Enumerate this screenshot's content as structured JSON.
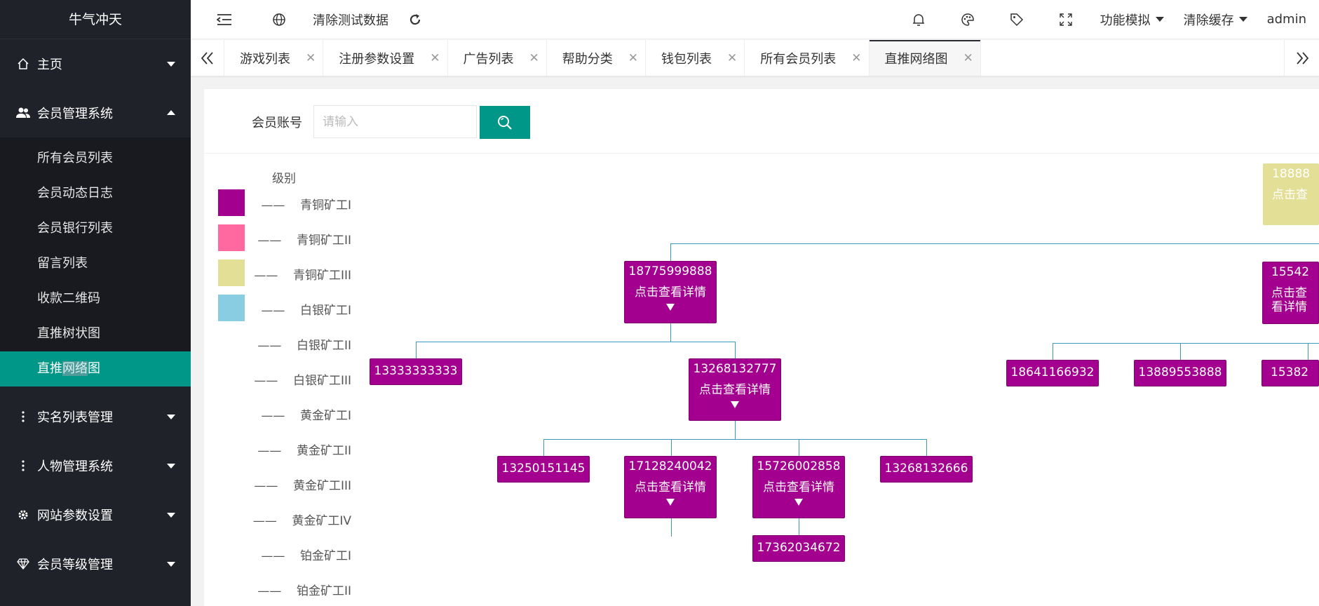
{
  "app": {
    "title": "牛气冲天"
  },
  "sidebar": {
    "items": [
      {
        "label": "主页",
        "icon": "home-icon",
        "expanded": false
      },
      {
        "label": "会员管理系统",
        "icon": "users-icon",
        "expanded": true
      },
      {
        "label": "实名列表管理",
        "icon": "dots-icon",
        "expanded": false
      },
      {
        "label": "人物管理系统",
        "icon": "dots-icon",
        "expanded": false
      },
      {
        "label": "网站参数设置",
        "icon": "gear-icon",
        "expanded": false
      },
      {
        "label": "会员等级管理",
        "icon": "diamond-icon",
        "expanded": false
      }
    ],
    "sub_items": [
      "所有会员列表",
      "会员动态日志",
      "会员银行列表",
      "留言列表",
      "收款二维码",
      "直推树状图",
      "直推网络图"
    ],
    "active_sub": "直推网络图",
    "active_parts": [
      "直推",
      "网络",
      "图"
    ]
  },
  "header": {
    "clear_test_data": "清除测试数据",
    "feature_sim": "功能模拟",
    "clear_cache": "清除缓存",
    "user": "admin"
  },
  "tabs": [
    {
      "label": "游戏列表",
      "active": false
    },
    {
      "label": "注册参数设置",
      "active": false
    },
    {
      "label": "广告列表",
      "active": false
    },
    {
      "label": "帮助分类",
      "active": false
    },
    {
      "label": "钱包列表",
      "active": false
    },
    {
      "label": "所有会员列表",
      "active": false
    },
    {
      "label": "直推网络图",
      "active": true
    }
  ],
  "search": {
    "label": "会员账号",
    "placeholder": "请输入"
  },
  "legend": {
    "title": "级别",
    "dash": "——",
    "items": [
      {
        "label": "青铜矿工I",
        "color": "#a3008f"
      },
      {
        "label": "青铜矿工II",
        "color": "#ff69a0"
      },
      {
        "label": "青铜矿工III",
        "color": "#e3df97"
      },
      {
        "label": "白银矿工I",
        "color": "#89cde2"
      },
      {
        "label": "白银矿工II",
        "color": ""
      },
      {
        "label": "白银矿工III",
        "color": ""
      },
      {
        "label": "黄金矿工I",
        "color": ""
      },
      {
        "label": "黄金矿工II",
        "color": ""
      },
      {
        "label": "黄金矿工III",
        "color": ""
      },
      {
        "label": "黄金矿工IV",
        "color": ""
      },
      {
        "label": "铂金矿工I",
        "color": ""
      },
      {
        "label": "铂金矿工II",
        "color": ""
      }
    ]
  },
  "tree": {
    "detail_label": "点击查看详情",
    "nodes": [
      {
        "id": "n1",
        "num": "18775999888",
        "has_detail": true,
        "level": "青铜矿工I"
      },
      {
        "id": "n2",
        "num": "13333333333",
        "has_detail": false,
        "level": "青铜矿工I"
      },
      {
        "id": "n3",
        "num": "13268132777",
        "has_detail": true,
        "level": "青铜矿工I"
      },
      {
        "id": "n4",
        "num": "13250151145",
        "has_detail": false,
        "level": "青铜矿工I"
      },
      {
        "id": "n5",
        "num": "17128240042",
        "has_detail": true,
        "level": "青铜矿工I"
      },
      {
        "id": "n6",
        "num": "15726002858",
        "has_detail": true,
        "level": "青铜矿工I"
      },
      {
        "id": "n7",
        "num": "13268132666",
        "has_detail": false,
        "level": "青铜矿工I"
      },
      {
        "id": "n8",
        "num": "17362034672",
        "has_detail": false,
        "level": "青铜矿工I"
      },
      {
        "id": "n9",
        "num": "15542",
        "has_detail": true,
        "level": "青铜矿工I"
      },
      {
        "id": "n10",
        "num": "18641166932",
        "has_detail": false,
        "level": "青铜矿工I"
      },
      {
        "id": "n11",
        "num": "13889553888",
        "has_detail": false,
        "level": "青铜矿工I"
      },
      {
        "id": "n12",
        "num": "15382",
        "has_detail": false,
        "level": "青铜矿工I"
      },
      {
        "id": "n0",
        "num": "18888",
        "has_detail": true,
        "detail_partial": "点击查",
        "level": "青铜矿工III"
      }
    ]
  }
}
